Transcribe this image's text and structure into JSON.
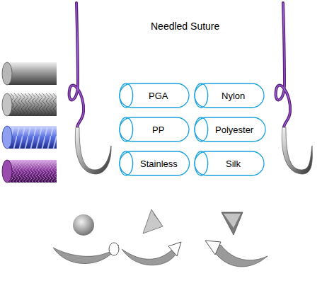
{
  "diagram": {
    "title": "Needled Suture",
    "nodes": [
      {
        "text": [
          "PGA"
        ]
      },
      {
        "text": [
          "Nylon"
        ]
      },
      {
        "text": [
          "PP"
        ]
      },
      {
        "text": [
          "Polyester"
        ]
      },
      {
        "text": [
          "Stainless"
        ]
      },
      {
        "text": [
          "Silk"
        ]
      }
    ]
  }
}
